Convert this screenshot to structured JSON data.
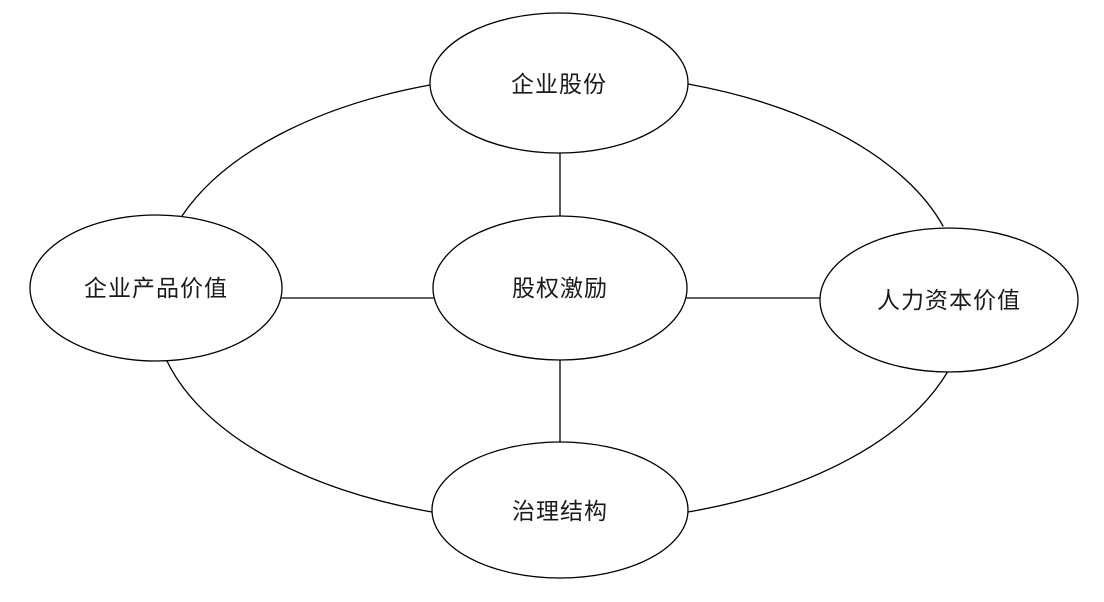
{
  "diagram": {
    "background": "#ffffff",
    "stroke_color": "#000000",
    "node_fill": "#ffffff",
    "text_color": "#1a1a1a",
    "nodes": [
      {
        "id": "equity-incentive",
        "label": "股权激励",
        "position": "center"
      },
      {
        "id": "company-shares",
        "label": "企业股份",
        "position": "top"
      },
      {
        "id": "product-value",
        "label": "企业产品价值",
        "position": "left"
      },
      {
        "id": "human-capital-value",
        "label": "人力资本价值",
        "position": "right"
      },
      {
        "id": "governance-structure",
        "label": "治理结构",
        "position": "bottom"
      }
    ],
    "edges": [
      {
        "from": "股权激励",
        "to": "企业股份",
        "style": "straight"
      },
      {
        "from": "股权激励",
        "to": "企业产品价值",
        "style": "straight"
      },
      {
        "from": "股权激励",
        "to": "人力资本价值",
        "style": "straight"
      },
      {
        "from": "股权激励",
        "to": "治理结构",
        "style": "straight"
      },
      {
        "from": "企业产品价值",
        "to": "企业股份",
        "style": "curved"
      },
      {
        "from": "企业股份",
        "to": "人力资本价值",
        "style": "curved"
      },
      {
        "from": "人力资本价值",
        "to": "治理结构",
        "style": "curved"
      },
      {
        "from": "治理结构",
        "to": "企业产品价值",
        "style": "curved"
      }
    ]
  }
}
